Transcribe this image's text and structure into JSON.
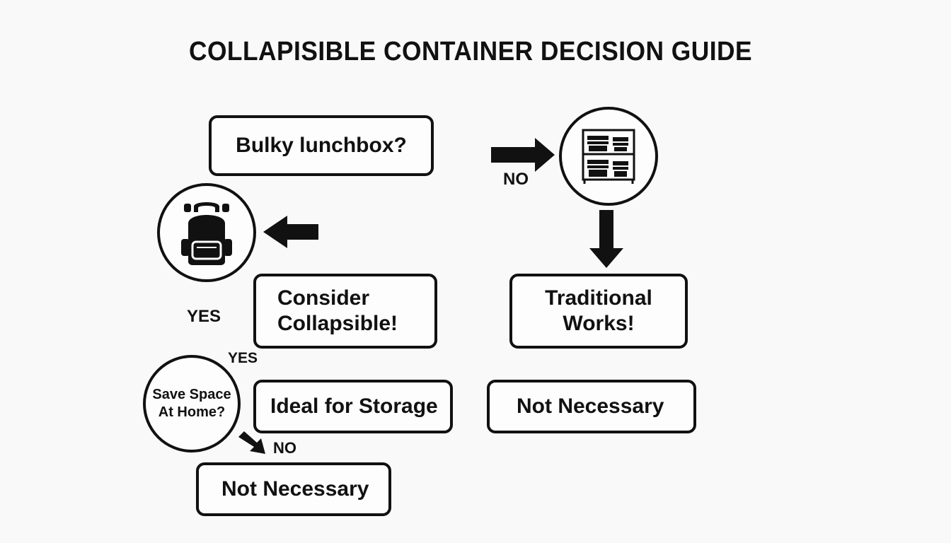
{
  "title": "COLLAPISIBLE CONTAINER DECISION GUIDE",
  "nodes": {
    "bulky_lunchbox": "Bulky lunchbox?",
    "consider_collapsible_line1": "Consider",
    "consider_collapsible_line2": "Collapsible!",
    "traditional_works_line1": "Traditional",
    "traditional_works_line2": "Works!",
    "ideal_for_storage": "Ideal for Storage",
    "not_necessary_right": "Not Necessary",
    "save_space_line1": "Save Space",
    "save_space_line2": "At Home?",
    "not_necessary_bottom": "Not Necessary"
  },
  "labels": {
    "no_top": "NO",
    "yes_left": "YES",
    "yes_small": "YES",
    "no_bottom": "NO"
  },
  "icons": {
    "backpack": "backpack-icon",
    "shelf": "storage-shelf-icon"
  },
  "colors": {
    "ink": "#111111",
    "background": "#f9f9f9"
  }
}
